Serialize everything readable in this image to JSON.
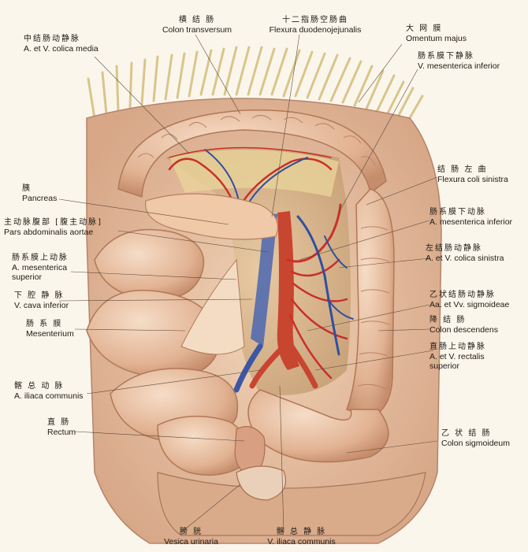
{
  "labels": {
    "colica_media": {
      "zh": "中结肠动静脉",
      "la": "A. et V. colica media"
    },
    "colon_transversum": {
      "zh": "横 结 肠",
      "la": "Colon transversum"
    },
    "flexura_dj": {
      "zh": "十二指肠空肠曲",
      "la": "Flexura duodenojejunalis"
    },
    "omentum_majus": {
      "zh": "大 网 膜",
      "la": "Omentum majus"
    },
    "v_mes_inf": {
      "zh": "肠系膜下静脉",
      "la": "V. mesenterica inferior"
    },
    "flexura_coli_sin": {
      "zh": "结 肠 左 曲",
      "la": "Flexura coli sinistra"
    },
    "pancreas": {
      "zh": "胰",
      "la": "Pancreas"
    },
    "a_mes_inf": {
      "zh": "肠系膜下动脉",
      "la": "A. mesenterica inferior"
    },
    "aorta": {
      "zh": "主动脉腹部 [腹主动脉]",
      "la": "Pars abdominalis aortae"
    },
    "colica_sin": {
      "zh": "左结肠动静脉",
      "la": "A. et V. colica sinistra"
    },
    "a_mes_sup": {
      "zh": "肠系膜上动脉",
      "la": "A. mesenterica",
      "la2": "superior"
    },
    "v_cava": {
      "zh": "下 腔 静 脉",
      "la": "V. cava inferior"
    },
    "sigmoideae": {
      "zh": "乙状结肠动静脉",
      "la": "Aa. et Vv. sigmoideae"
    },
    "mesenterium": {
      "zh": "肠 系 膜",
      "la": "Mesenterium"
    },
    "colon_desc": {
      "zh": "降 结 肠",
      "la": "Colon descendens"
    },
    "rectalis_sup": {
      "zh": "直肠上动静脉",
      "la": "A. et V. rectalis",
      "la2": "superior"
    },
    "iliaca_a": {
      "zh": "髂 总 动 脉",
      "la": "A. iliaca communis"
    },
    "rectum": {
      "zh": "直 肠",
      "la": "Rectum"
    },
    "colon_sigm": {
      "zh": "乙 状 结 肠",
      "la": "Colon sigmoideum"
    },
    "vesica": {
      "zh": "膀 胱",
      "la": "Vesica urinaria"
    },
    "iliaca_v": {
      "zh": "髂 总 静 脉",
      "la": "V. iliaca communis"
    }
  },
  "colors": {
    "background": "#fbf6ec",
    "tissue": "#e8c4a6",
    "tissue_dark": "#c99475",
    "artery": "#c8312a",
    "vein": "#2f4fa0",
    "fat": "#eed98a",
    "text": "#1f1a14"
  }
}
